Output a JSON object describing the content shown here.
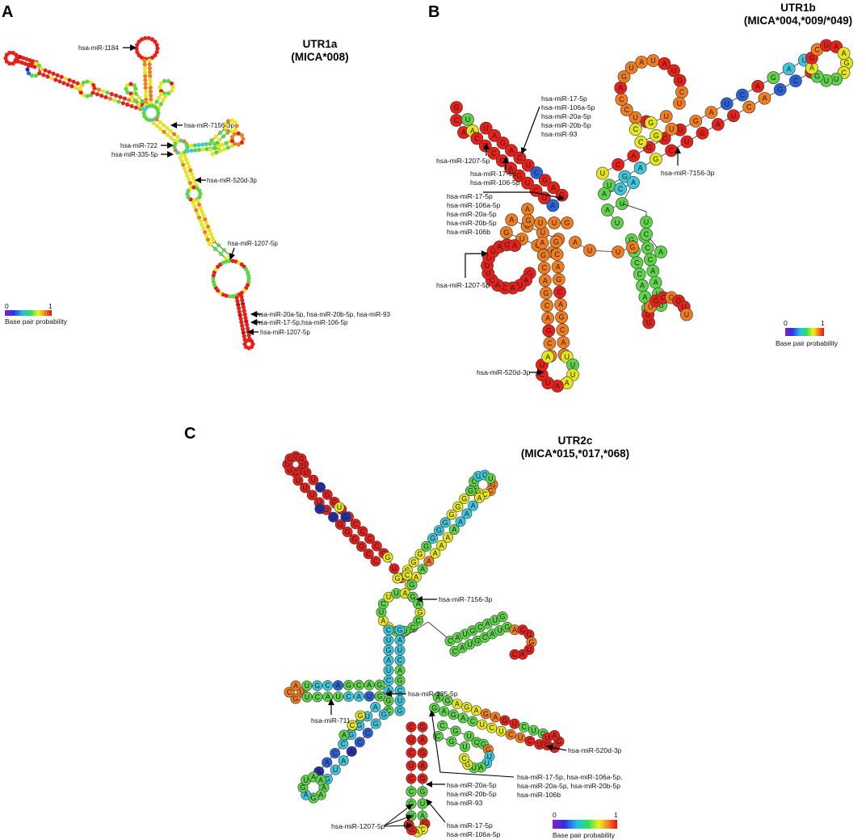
{
  "panels": {
    "A": {
      "letter": "A",
      "title": [
        "UTR1a",
        "(MICA*008)"
      ],
      "annotations": [
        "hsa-miR-1184",
        "hsa-miR-7156-3p",
        "hsa-miR-722",
        "hsa-miR-335-5p",
        "hsa-miR-520d-3p",
        "hsa-miR-1207-5p",
        "hsa-miR-20a-5p, hsa-miR-20b-5p, hsa-miR-93",
        "hsa-miR-17-5p,hsa-miR-106-5p",
        "hsa-miR-1207-5p"
      ],
      "legend": {
        "min": "0",
        "max": "1",
        "label": "Base pair probability"
      }
    },
    "B": {
      "letter": "B",
      "title": [
        "UTR1b",
        "(MICA*004,*009/*049)"
      ],
      "annotations": {
        "top_group": [
          "hsa-miR-17-5p",
          "hsa-miR-106a-5p",
          "hsa-miR-20a-5p",
          "hsa-miR-20b-5p",
          "hsa-miR-93"
        ],
        "miR1207_top": "hsa-miR-1207-5p",
        "miR17_106": [
          "hsa-miR-17-5p",
          "hsa-miR-106-5p"
        ],
        "mid_group": [
          "hsa-miR-17-5p",
          "hsa-miR-106a-5p",
          "hsa-miR-20a-5p",
          "hsa-miR-20b-5p",
          "hsa-miR-106b"
        ],
        "miR7156": "hsa-miR-7156-3p",
        "miR1207_bottom": "hsa-miR-1207-5p",
        "miR520d": "hsa-miR-520d-3p"
      },
      "legend": {
        "min": "0",
        "max": "1",
        "label": "Base pair probability"
      }
    },
    "C": {
      "letter": "C",
      "title": [
        "UTR2c",
        "(MICA*015,*017,*068)"
      ],
      "annotations": {
        "miR7156": "hsa-miR-7156-3p",
        "miR335": "hsa-miR-335-5p",
        "miR711": "hsa-miR-711",
        "miR520d": "hsa-miR-520d-3p",
        "group_right": [
          "hsa-miR-17-5p, hsa-miR-106a-5p,",
          "hsa-miR-20a-5p, hsa-miR-20b-5p",
          "hsa-miR-106b"
        ],
        "group_mid": [
          "hsa-miR-20a-5p",
          "hsa-miR-20b-5p",
          "hsa-miR-93"
        ],
        "miR1207": "hsa-miR-1207-5p",
        "group_bottom": [
          "hsa-miR-17-5p",
          "hsa-miR-106a-5p"
        ]
      },
      "legend": {
        "min": "0",
        "max": "1",
        "label": "Base pair probability"
      }
    }
  },
  "colors": {
    "red": "#e8201a",
    "dark_red": "#c0180f",
    "orange": "#f07d20",
    "yellow": "#e6e61e",
    "green": "#5fd34a",
    "cyan": "#3ec7dc",
    "blue": "#2a62d6",
    "dark_blue": "#2530a8",
    "legend_gradient": [
      "#8a1fd0",
      "#3030e0",
      "#20c0e8",
      "#30e050",
      "#f0f020",
      "#f08020",
      "#e81010"
    ]
  }
}
